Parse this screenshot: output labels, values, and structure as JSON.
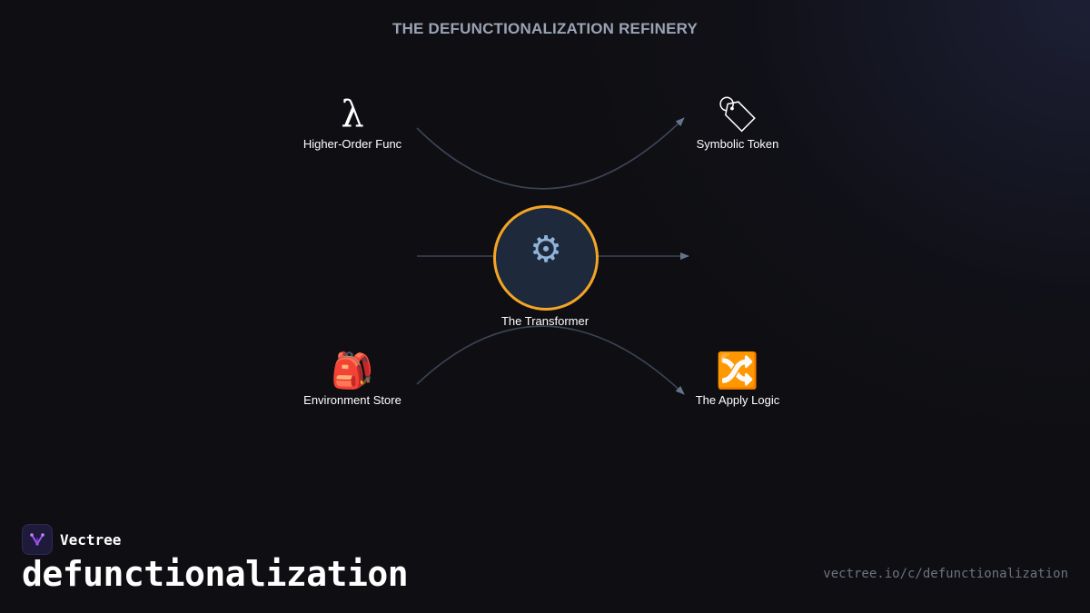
{
  "diagram": {
    "title": "THE DEFUNCTIONALIZATION REFINERY",
    "center": {
      "icon": "gear-icon",
      "glyph": "⚙",
      "label": "The Transformer"
    },
    "nodes": {
      "higher_order_func": {
        "icon": "lambda-icon",
        "glyph": "λ",
        "label": "Higher-Order Func"
      },
      "symbolic_token": {
        "icon": "tag-icon",
        "glyph": "🏷",
        "label": "Symbolic Token"
      },
      "environment_store": {
        "icon": "backpack-icon",
        "glyph": "🎒",
        "label": "Environment Store"
      },
      "apply_logic": {
        "icon": "shuffle-icon",
        "glyph": "🔀",
        "label": "The Apply Logic"
      }
    },
    "colors": {
      "accent": "#f5a524",
      "center_fill": "#1e293b",
      "edge": "#3b4456",
      "arrowhead": "#64748b"
    }
  },
  "footer": {
    "brand_name": "Vectree",
    "topic": "defunctionalization",
    "url": "vectree.io/c/defunctionalization"
  }
}
